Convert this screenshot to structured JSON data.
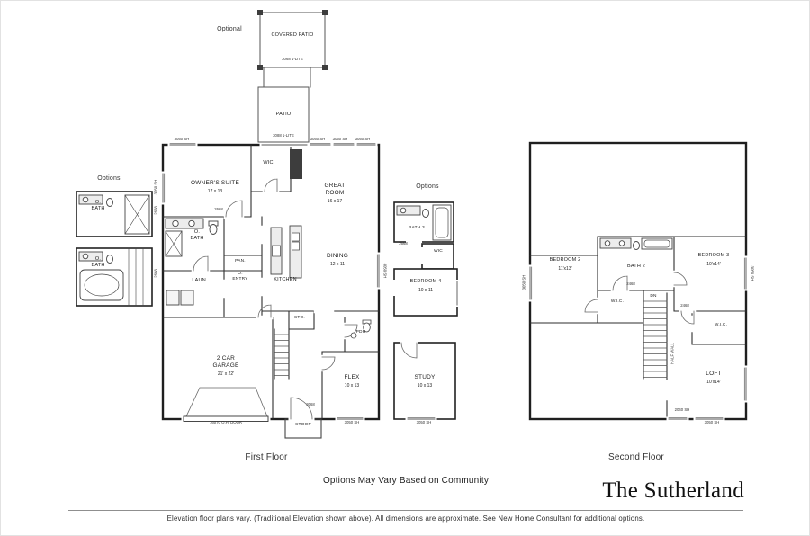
{
  "first_floor": {
    "caption": "First Floor",
    "optional_label": "Optional",
    "options_label_left": "Options",
    "options_label_right": "Options",
    "rooms": {
      "covered_patio": {
        "name": "COVERED PATIO"
      },
      "patio": {
        "name": "PATIO"
      },
      "wic": {
        "name": "WIC"
      },
      "owners_suite": {
        "name": "OWNER'S SUITE",
        "dims": "17 x 13"
      },
      "great_room": {
        "name": "GREAT ROOM",
        "dims": "16 x 17"
      },
      "owners_bath": {
        "name": "O. BATH"
      },
      "pantry": {
        "name": "PAN."
      },
      "laundry": {
        "name": "LAUN."
      },
      "owners_entry": {
        "name": "O. ENTRY"
      },
      "kitchen": {
        "name": "KITCHEN"
      },
      "dining": {
        "name": "DINING",
        "dims": "12 x 11"
      },
      "storage": {
        "name": "STO."
      },
      "powder": {
        "name": "PDR"
      },
      "garage": {
        "name": "2 CAR GARAGE",
        "dims": "21' x 22'"
      },
      "flex": {
        "name": "FLEX",
        "dims": "10 x 13"
      },
      "stoop": {
        "name": "STOOP"
      },
      "option_bath_1": {
        "name": "O. BATH"
      },
      "option_bath_2": {
        "name": "O. BATH"
      },
      "option_bath_3": {
        "name": "BATH 3"
      },
      "option_wic": {
        "name": "WIC"
      },
      "option_bedroom_4": {
        "name": "BEDROOM 4",
        "dims": "10 x 11"
      },
      "option_study": {
        "name": "STUDY",
        "dims": "10 x 13"
      }
    },
    "tags": {
      "window_3050": "3050 SH",
      "covered_patio_door": "3068 1-LITE",
      "patio_door": "3088 1-LITE",
      "garage_door": "16070 O.H. DOOR",
      "door_2668": "2668",
      "door_3068": "3068"
    }
  },
  "second_floor": {
    "caption": "Second Floor",
    "rooms": {
      "bedroom_2": {
        "name": "BEDROOM 2",
        "dims": "11'x13'"
      },
      "bath_2": {
        "name": "BATH 2"
      },
      "bedroom_3": {
        "name": "BEDROOM 3",
        "dims": "10'x14'"
      },
      "wic_left": {
        "name": "W.I.C."
      },
      "wic_right": {
        "name": "W.I.C."
      },
      "stairs_down": {
        "name": "DN"
      },
      "loft": {
        "name": "LOFT",
        "dims": "10'x14'"
      }
    },
    "tags": {
      "window_3050": "3050 SH",
      "window_2040": "2040 SH",
      "door_2468": "2468",
      "half_wall": "HALF WALL"
    }
  },
  "footer": {
    "options_note": "Options May Vary Based on Community",
    "plan_name": "The Sutherland",
    "disclaimer": "Elevation floor plans vary. (Traditional Elevation shown above). All dimensions are approximate. See New Home Consultant for additional options."
  }
}
